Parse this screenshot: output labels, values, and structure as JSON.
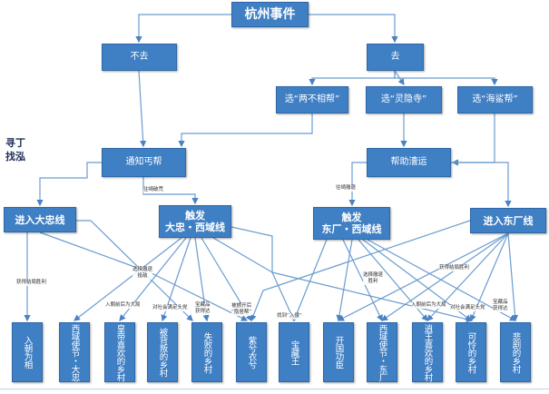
{
  "colors": {
    "box": "#3f7fc4",
    "box_border": "#2f67a5",
    "line": "#6a9cd0",
    "arrow": "#4a82c2"
  },
  "nodes": {
    "root": "杭州事件",
    "not_go": "不去",
    "go": "去",
    "choose_liangbuxiang": "选“两不相帮”",
    "choose_lingyinsi": "选“灵隐寺”",
    "choose_haishabang": "选“海鲨帮”",
    "notify_gaibang": "通知丐帮",
    "help_caoyun": "帮助漕运",
    "enter_dazhong": "进入大忠线",
    "trigger_dazhong_xiyu": "触发\n大忠・西域线",
    "trigger_dongchang_xiyu": "触发\n东厂・西域线",
    "enter_dongchang": "进入东厂线"
  },
  "side_note": "寻丁\n找泓",
  "endings": [
    "入朝为相",
    "西域使节・大忠",
    "皇帝喜欢的乡村",
    "被背叛的乡村",
    "失败的乡村",
    "紫兮衣兮",
    "宝藏王",
    "开国功臣",
    "西域使节・东厂",
    "逍王喜欢的乡村",
    "可怜的乡村",
    "悲剧的乡村"
  ],
  "edge_labels": {
    "l1": "往崎破荒",
    "l2": "往崎撤退",
    "l3": "获得结局胜利",
    "l4": "选择撤退\n投敌",
    "l5": "入朝前后为大局",
    "l6": "对吐会满足头党",
    "l7": "宝藏品\n获得达",
    "l8": "被掳开后\n“隐居帮”",
    "l9": "找到“入侵”",
    "l10": "选择撤退\n胜利",
    "l11": "获得结局胜利",
    "l12": "入朝前后为大局",
    "l13": "对吐会满足头党",
    "l14": "宝藏品\n获得达"
  }
}
